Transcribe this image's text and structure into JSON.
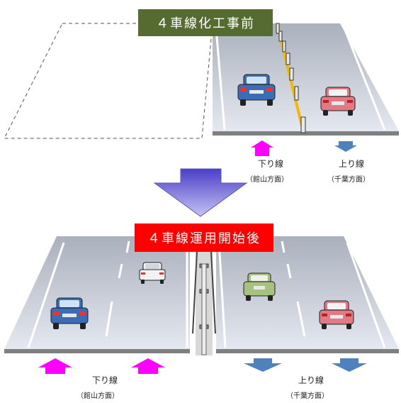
{
  "before": {
    "title": "４車線化工事前",
    "down_label": "下り線",
    "down_sub": "（館山方面）",
    "up_label": "上り線",
    "up_sub": "（千葉方面）"
  },
  "after": {
    "title": "４車線運用開始後",
    "down_label": "下り線",
    "down_sub": "（館山方面）",
    "up_label": "上り線",
    "up_sub": "（千葉方面）"
  },
  "colors": {
    "before_banner": "#556b2f",
    "after_banner": "#ff0000",
    "down_arrow": "#ff00ff",
    "up_arrow": "#4f81bd",
    "transition_arrow": "#8e86df",
    "car_blue": "#3a6db5",
    "car_red": "#e07a86",
    "car_green": "#a6c27e",
    "car_white": "#f2f2f2"
  }
}
